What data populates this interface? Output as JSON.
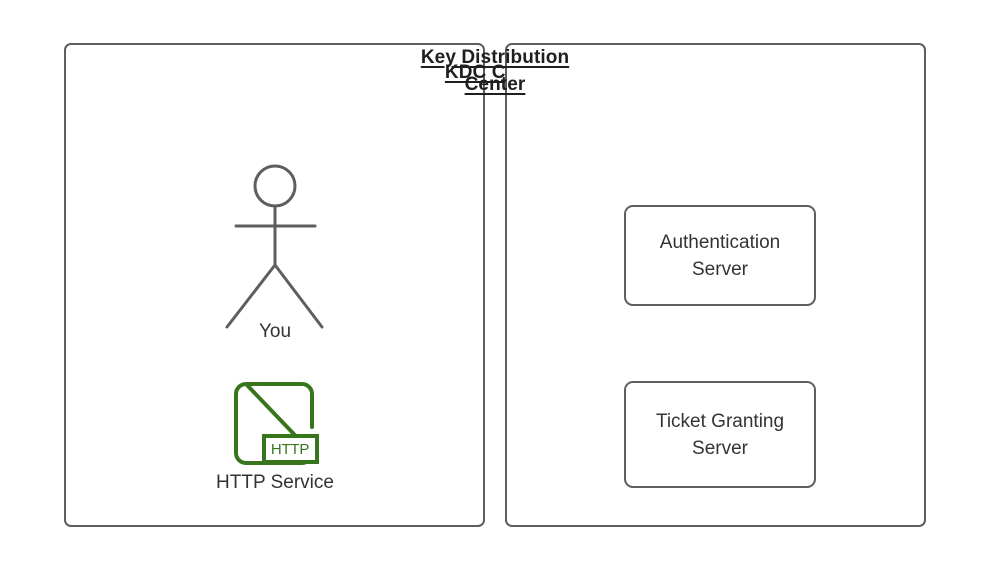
{
  "diagram": {
    "title_hidden": "",
    "colors": {
      "stroke": "#5e5e5e",
      "text": "#333333",
      "title_text": "#1f1f1f",
      "accent_green": "#38761d",
      "background": "#ffffff"
    }
  },
  "panels": [
    {
      "id": "kdc-client",
      "title": "KDC Client",
      "actor": {
        "icon": "stick-figure-person-icon",
        "label": "You"
      },
      "service": {
        "icon": "http-service-icon",
        "badge": "HTTP",
        "label": "HTTP Service"
      }
    },
    {
      "id": "key-distribution-center",
      "title_line1": "Key Distribution",
      "title_line2": "Center",
      "boxes": [
        {
          "line1": "Authentication",
          "line2": "Server"
        },
        {
          "line1": "Ticket Granting",
          "line2": "Server"
        }
      ]
    }
  ]
}
